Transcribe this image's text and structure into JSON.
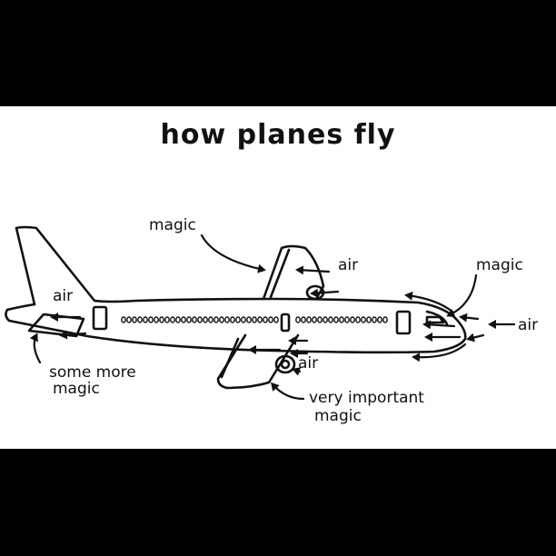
{
  "title": "how planes fly",
  "labels": {
    "magic_top": "magic",
    "air_wing_top": "air",
    "magic_nose": "magic",
    "air_nose": "air",
    "air_tail": "air",
    "some_more_magic_1": "some more",
    "some_more_magic_2": "magic",
    "air_wing_bottom": "air",
    "very_important_1": "very important",
    "very_important_2": "magic"
  },
  "colors": {
    "ink": "#111111",
    "paper": "#ffffff",
    "border": "#000000"
  }
}
